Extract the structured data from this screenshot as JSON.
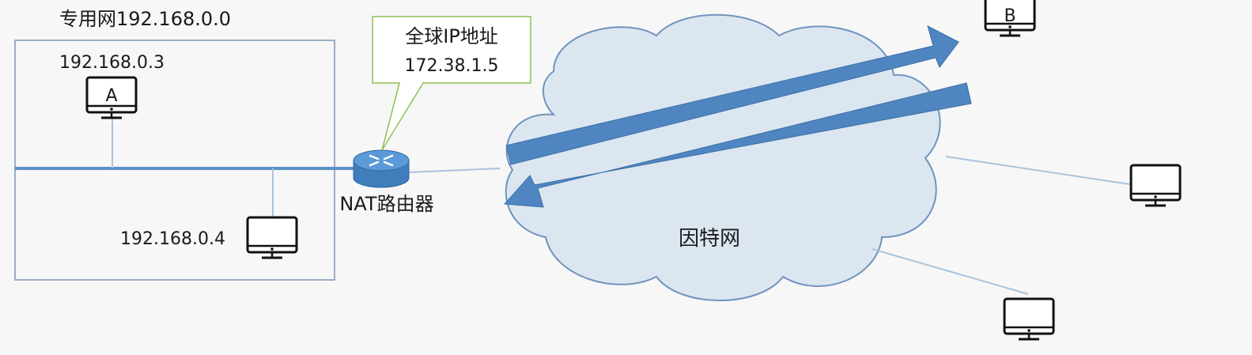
{
  "private_network": {
    "label": "专用网192.168.0.0",
    "host_a": {
      "ip": "192.168.0.3",
      "name": "A"
    },
    "host_b": {
      "ip": "192.168.0.4"
    }
  },
  "callout": {
    "line1": "全球IP地址",
    "line2": "172.38.1.5"
  },
  "router": {
    "label": "NAT路由器"
  },
  "internet": {
    "label": "因特网",
    "remote_host": {
      "name": "B"
    }
  },
  "colors": {
    "arrow": "#4f86c1",
    "cloud_fill": "#dbe6f1",
    "cloud_stroke": "#6f94bd",
    "link": "#5b8fc7",
    "thin_link": "#a9c3dc",
    "callout_border": "#8cc152",
    "box_border": "#7f96b0"
  }
}
